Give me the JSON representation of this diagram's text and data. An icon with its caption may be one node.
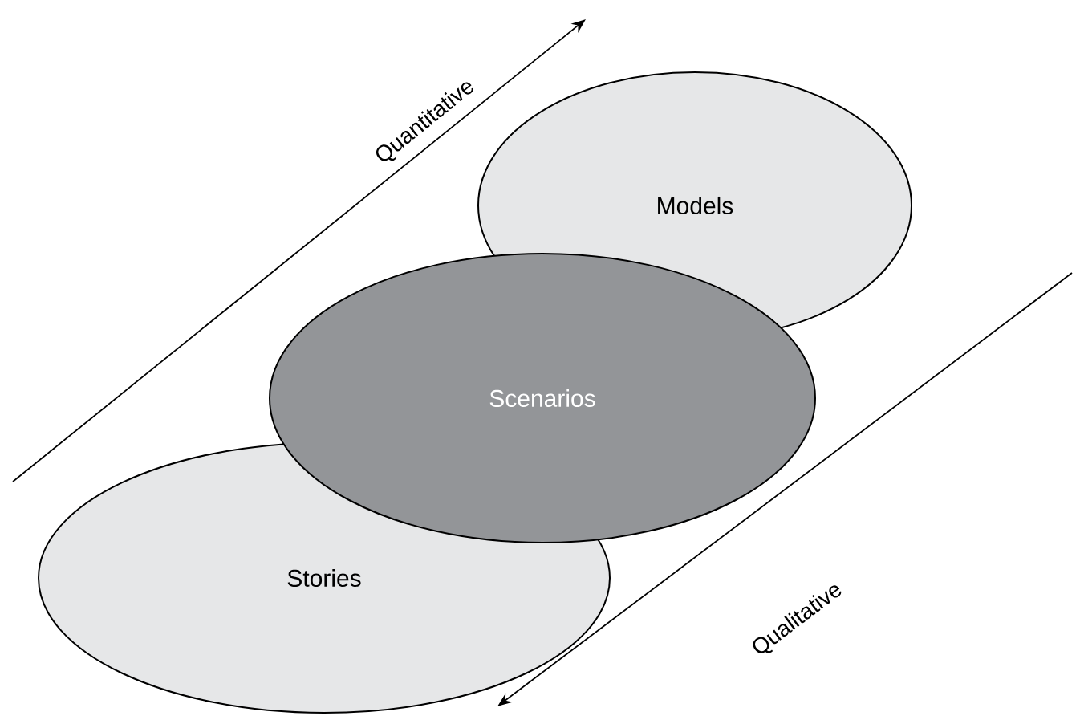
{
  "diagram": {
    "nodes": [
      {
        "text": [
          "Models"
        ]
      },
      {
        "text": [
          "Scenarios"
        ]
      },
      {
        "text": [
          "Stories"
        ]
      }
    ],
    "labels": [
      "Quantitative",
      "Qualitative"
    ]
  }
}
